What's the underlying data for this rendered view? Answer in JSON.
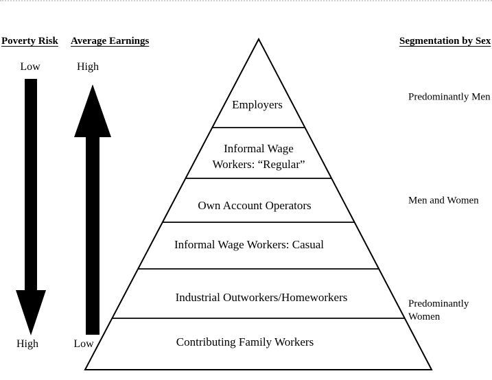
{
  "left_panel": {
    "poverty_risk": {
      "header": "Poverty Risk",
      "top_label": "Low",
      "bottom_label": "High",
      "arrow_direction": "down"
    },
    "average_earnings": {
      "header": "Average Earnings",
      "top_label": "High",
      "bottom_label": "Low",
      "arrow_direction": "up"
    }
  },
  "pyramid": {
    "tiers": [
      {
        "label": "Employers"
      },
      {
        "label": "Informal Wage",
        "label2": "Workers: “Regular”"
      },
      {
        "label": "Own Account Operators"
      },
      {
        "label": "Informal Wage Workers: Casual"
      },
      {
        "label": "Industrial Outworkers/Homeworkers"
      },
      {
        "label": "Contributing Family Workers"
      }
    ]
  },
  "segmentation": {
    "header": "Segmentation by Sex",
    "labels": [
      {
        "text": "Predominantly Men"
      },
      {
        "text": "Men and Women"
      },
      {
        "line1": "Predominantly",
        "line2": "Women"
      }
    ]
  },
  "colors": {
    "ink": "#000000",
    "background": "#ffffff"
  }
}
